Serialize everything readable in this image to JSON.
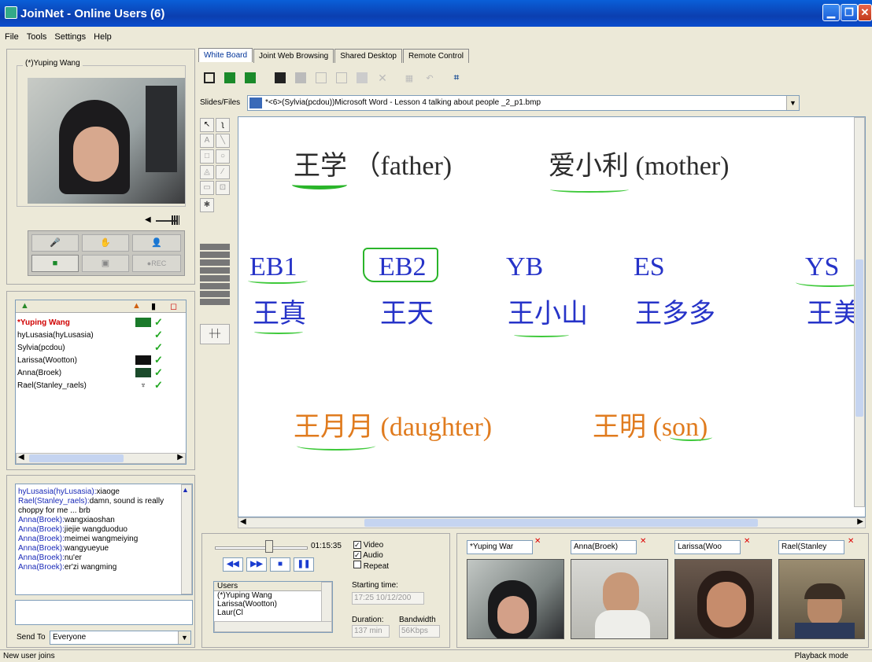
{
  "window": {
    "title": "JoinNet - Online Users (6)"
  },
  "menu": [
    "File",
    "Tools",
    "Settings",
    "Help"
  ],
  "self_panel": {
    "name": "(*)Yuping Wang"
  },
  "tabs": [
    "White Board",
    "Joint Web Browsing",
    "Shared Desktop",
    "Remote Control"
  ],
  "slides": {
    "label": "Slides/Files",
    "value": "*<6>(Sylvia(pcdou))Microsoft Word - Lesson 4 talking about people _2_p1.bmp"
  },
  "whiteboard": {
    "line1": [
      {
        "text": "王学 （father)"
      },
      {
        "text": "爱小利 (mother)"
      }
    ],
    "codes": [
      "EB1",
      "EB2",
      "YB",
      "ES",
      "YS"
    ],
    "names": [
      "王真",
      "王天",
      "王小山",
      "王多多",
      "王美"
    ],
    "line3": [
      {
        "text": "王月月 (daughter)"
      },
      {
        "text": "王明 (son)"
      }
    ]
  },
  "users": {
    "list": [
      {
        "name": "*Yuping Wang",
        "highlight": true
      },
      {
        "name": "hyLusasia(hyLusasia)",
        "highlight": false
      },
      {
        "name": "Sylvia(pcdou)",
        "highlight": false
      },
      {
        "name": "Larissa(Wootton)",
        "highlight": false
      },
      {
        "name": "Anna(Broek)",
        "highlight": false
      },
      {
        "name": "Rael(Stanley_raels)",
        "highlight": false
      }
    ]
  },
  "chat": {
    "lines": [
      {
        "who": "hyLusasia(hyLusasia):",
        "msg": "xiaoge"
      },
      {
        "who": "Rael(Stanley_raels):",
        "msg": "damn, sound is really choppy for me ... brb"
      },
      {
        "who": "Anna(Broek):",
        "msg": "wangxiaoshan"
      },
      {
        "who": "Anna(Broek):",
        "msg": "jiejie wangduoduo"
      },
      {
        "who": "Anna(Broek):",
        "msg": "meimei wangmeiying"
      },
      {
        "who": "Anna(Broek):",
        "msg": "wangyueyue"
      },
      {
        "who": "Anna(Broek):",
        "msg": "nu'er"
      },
      {
        "who": "Anna(Broek):",
        "msg": "er'zi wangming"
      }
    ],
    "send_to_label": "Send To",
    "send_to_value": "Everyone"
  },
  "playback": {
    "time": "01:15:35",
    "video_label": "Video",
    "audio_label": "Audio",
    "repeat_label": "Repeat",
    "starting_time_label": "Starting time:",
    "starting_time": "17:25 10/12/200",
    "duration_label": "Duration:",
    "duration": "137 min",
    "bandwidth_label": "Bandwidth",
    "bandwidth": "56Kbps",
    "users_header": "Users",
    "users": [
      "(*)Yuping Wang",
      "Larissa(Wootton)",
      "Laur(Cl"
    ]
  },
  "video_feeds": [
    "*Yuping War",
    "Anna(Broek)",
    "Larissa(Woo",
    "Rael(Stanley"
  ],
  "status": {
    "left": "New user joins",
    "right": "Playback mode"
  }
}
